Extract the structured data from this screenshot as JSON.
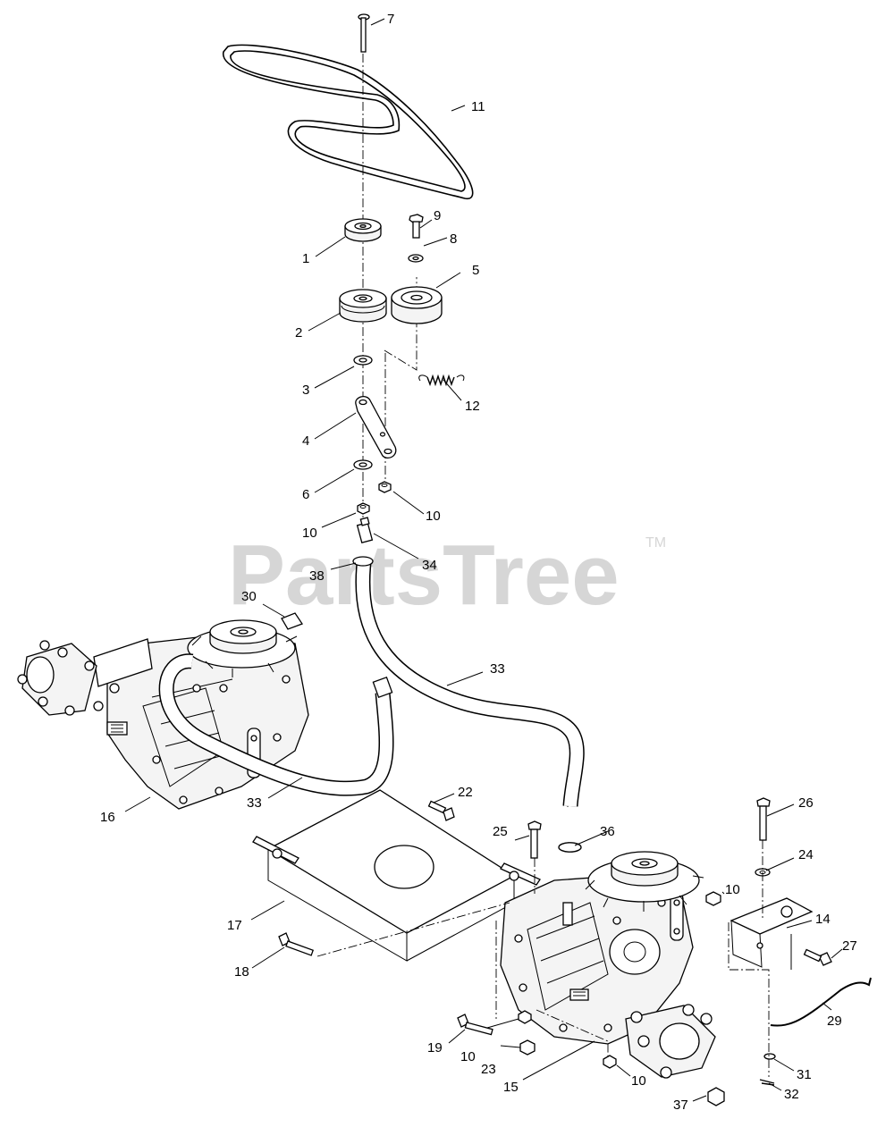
{
  "watermark": {
    "text": "PartsTree",
    "trademark": "TM"
  },
  "callouts": [
    {
      "num": "1"
    },
    {
      "num": "2"
    },
    {
      "num": "3"
    },
    {
      "num": "4"
    },
    {
      "num": "5"
    },
    {
      "num": "6"
    },
    {
      "num": "7"
    },
    {
      "num": "8"
    },
    {
      "num": "9"
    },
    {
      "num": "10"
    },
    {
      "num": "10"
    },
    {
      "num": "10"
    },
    {
      "num": "10"
    },
    {
      "num": "10"
    },
    {
      "num": "11"
    },
    {
      "num": "12"
    },
    {
      "num": "14"
    },
    {
      "num": "15"
    },
    {
      "num": "16"
    },
    {
      "num": "17"
    },
    {
      "num": "18"
    },
    {
      "num": "19"
    },
    {
      "num": "22"
    },
    {
      "num": "23"
    },
    {
      "num": "24"
    },
    {
      "num": "25"
    },
    {
      "num": "26"
    },
    {
      "num": "27"
    },
    {
      "num": "29"
    },
    {
      "num": "30"
    },
    {
      "num": "31"
    },
    {
      "num": "32"
    },
    {
      "num": "33"
    },
    {
      "num": "33"
    },
    {
      "num": "34"
    },
    {
      "num": "36"
    },
    {
      "num": "37"
    },
    {
      "num": "38"
    }
  ]
}
